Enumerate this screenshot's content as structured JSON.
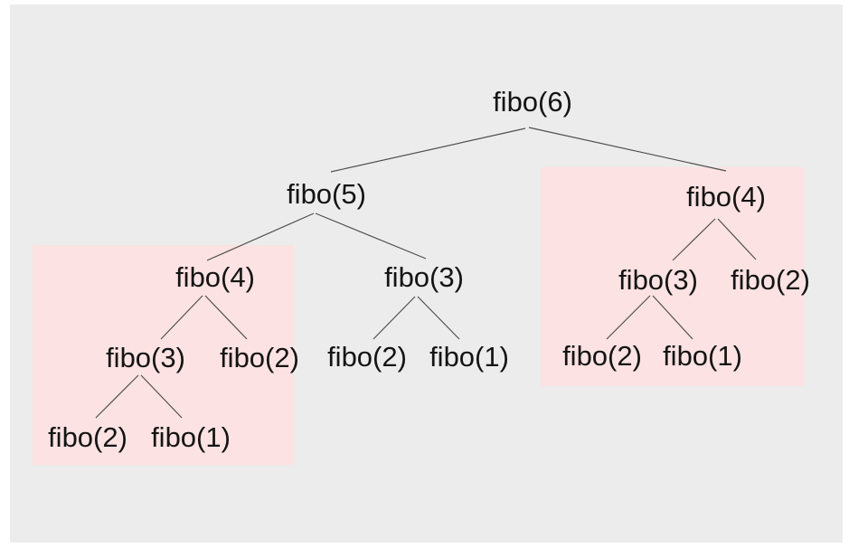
{
  "colors": {
    "page-bg": "#ffffff",
    "panel-bg": "#ececec",
    "highlight": "#fce2e2",
    "edge": "#4f4f4f",
    "text": "#141414"
  },
  "diagram": {
    "type": "recursion-tree",
    "nodes": [
      {
        "id": "n0",
        "label": "fibo(6)",
        "level": 0
      },
      {
        "id": "n1",
        "label": "fibo(5)",
        "level": 1
      },
      {
        "id": "n2",
        "label": "fibo(4)",
        "level": 1
      },
      {
        "id": "n3",
        "label": "fibo(4)",
        "level": 2
      },
      {
        "id": "n4",
        "label": "fibo(3)",
        "level": 2
      },
      {
        "id": "n5",
        "label": "fibo(3)",
        "level": 3
      },
      {
        "id": "n6",
        "label": "fibo(2)",
        "level": 3
      },
      {
        "id": "n7",
        "label": "fibo(2)",
        "level": 4
      },
      {
        "id": "n8",
        "label": "fibo(1)",
        "level": 4
      },
      {
        "id": "n9",
        "label": "fibo(2)",
        "level": 3
      },
      {
        "id": "n10",
        "label": "fibo(1)",
        "level": 3
      },
      {
        "id": "n11",
        "label": "fibo(3)",
        "level": 2
      },
      {
        "id": "n12",
        "label": "fibo(2)",
        "level": 2
      },
      {
        "id": "n13",
        "label": "fibo(2)",
        "level": 3
      },
      {
        "id": "n14",
        "label": "fibo(1)",
        "level": 3
      }
    ],
    "edges": [
      [
        "n0",
        "n1"
      ],
      [
        "n0",
        "n2"
      ],
      [
        "n1",
        "n3"
      ],
      [
        "n1",
        "n4"
      ],
      [
        "n3",
        "n5"
      ],
      [
        "n3",
        "n6"
      ],
      [
        "n5",
        "n7"
      ],
      [
        "n5",
        "n8"
      ],
      [
        "n4",
        "n9"
      ],
      [
        "n4",
        "n10"
      ],
      [
        "n2",
        "n11"
      ],
      [
        "n2",
        "n12"
      ],
      [
        "n11",
        "n13"
      ],
      [
        "n11",
        "n14"
      ]
    ],
    "highlighted_subtrees": [
      {
        "root": "n3",
        "nodes": [
          "n3",
          "n5",
          "n6",
          "n7",
          "n8"
        ]
      },
      {
        "root": "n2",
        "nodes": [
          "n2",
          "n11",
          "n12",
          "n13",
          "n14"
        ]
      }
    ]
  }
}
